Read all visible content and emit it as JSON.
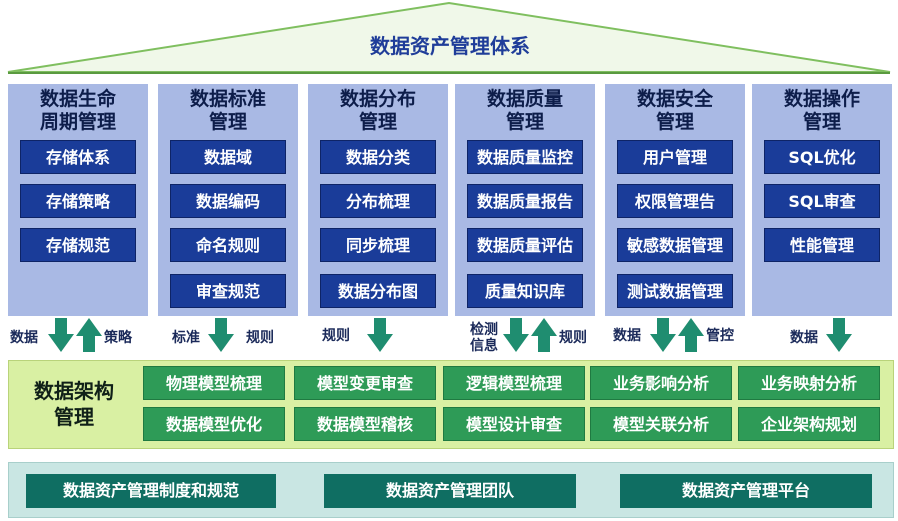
{
  "roof": {
    "title": "数据资产管理体系"
  },
  "columns": [
    {
      "title_lines": [
        "数据生命",
        "周期管理"
      ],
      "items": [
        "存储体系",
        "存储策略",
        "存储规范"
      ]
    },
    {
      "title_lines": [
        "数据标准",
        "管理"
      ],
      "items": [
        "数据域",
        "数据编码",
        "命名规则",
        "审查规范"
      ]
    },
    {
      "title_lines": [
        "数据分布",
        "管理"
      ],
      "items": [
        "数据分类",
        "分布梳理",
        "同步梳理",
        "数据分布图"
      ]
    },
    {
      "title_lines": [
        "数据质量",
        "管理"
      ],
      "items": [
        "数据质量监控",
        "数据质量报告",
        "数据质量评估",
        "质量知识库"
      ]
    },
    {
      "title_lines": [
        "数据安全",
        "管理"
      ],
      "items": [
        "用户管理",
        "权限管理告",
        "敏感数据管理",
        "测试数据管理"
      ]
    },
    {
      "title_lines": [
        "数据操作",
        "管理"
      ],
      "items": [
        "SQL优化",
        "SQL审查",
        "性能管理"
      ]
    }
  ],
  "connectors": {
    "c1_left": "数据",
    "c1_right": "策略",
    "c2_left": "标准",
    "c2_right": "规则",
    "c3_left": "规则",
    "c4_left_line1": "检测",
    "c4_left_line2": "信息",
    "c4_right": "规则",
    "c5_left": "数据",
    "c5_right": "管控",
    "c6_left": "数据"
  },
  "architecture": {
    "title_lines": [
      "数据架构",
      "管理"
    ],
    "row1": [
      "物理模型梳理",
      "模型变更审查",
      "逻辑模型梳理",
      "业务影响分析",
      "业务映射分析"
    ],
    "row2": [
      "数据模型优化",
      "数据模型稽核",
      "模型设计审查",
      "模型关联分析",
      "企业架构规划"
    ]
  },
  "foundation": [
    "数据资产管理制度和规范",
    "数据资产管理团队",
    "数据资产管理平台"
  ],
  "colors": {
    "roof_fill": "#f0f8e9",
    "roof_stroke": "#7fbf5f",
    "column_fill": "#a9b9e4",
    "blue_box": "#1a3c99",
    "arrow": "#1f8d70",
    "green_band": "#d9f0a3",
    "green_box": "#2e9b57",
    "teal_band": "#c9e6e3",
    "teal_box": "#0f6e62"
  }
}
